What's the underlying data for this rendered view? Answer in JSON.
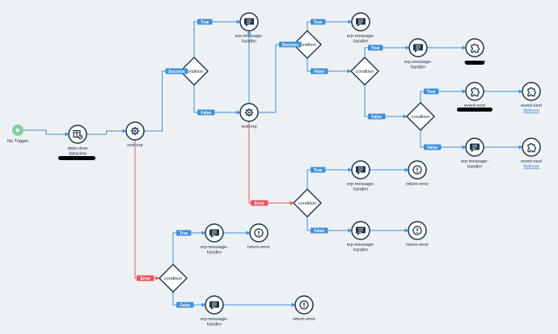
{
  "edge_colors": {
    "normal": "#3f90d8",
    "error": "#e8555d"
  },
  "node_colors": {
    "stroke": "#1c3448",
    "fill": "#ffffff",
    "trigger": "#7fcfa0"
  },
  "nodes": [
    {
      "id": "trigger",
      "type": "trigger",
      "icon": "play-icon",
      "label": "No Trigger"
    },
    {
      "id": "dataclear",
      "type": "action",
      "icon": "table-icon",
      "label": "data-clear",
      "label2": "dataview",
      "redacted": true
    },
    {
      "id": "resterp1",
      "type": "action",
      "icon": "gear-icon",
      "label": "rest-erp"
    },
    {
      "id": "cond1",
      "type": "condition",
      "label": "condition"
    },
    {
      "id": "emh1",
      "type": "action",
      "icon": "message-icon",
      "label": "erp-message-",
      "label2": "handler"
    },
    {
      "id": "resterp2",
      "type": "action",
      "icon": "gear-icon",
      "label": "rest-erp"
    },
    {
      "id": "cond2",
      "type": "condition",
      "label": "condition"
    },
    {
      "id": "emh2",
      "type": "action",
      "icon": "message-icon",
      "label": "erp-message-",
      "label2": "handler"
    },
    {
      "id": "cond3",
      "type": "condition",
      "label": "condition"
    },
    {
      "id": "emh3",
      "type": "action",
      "icon": "message-icon",
      "label": "erp-message-",
      "label2": "handler"
    },
    {
      "id": "en1",
      "type": "action",
      "icon": "puzzle-icon",
      "label": "event-next",
      "redacted": true
    },
    {
      "id": "cond4",
      "type": "condition",
      "label": "condition"
    },
    {
      "id": "en2",
      "type": "action",
      "icon": "puzzle-icon",
      "label": "event-next",
      "redacted": true
    },
    {
      "id": "en3",
      "type": "action",
      "icon": "puzzle-icon",
      "label": "event-next",
      "link": "Refresh"
    },
    {
      "id": "emh4",
      "type": "action",
      "icon": "message-icon",
      "label": "erp-message-",
      "label2": "handler"
    },
    {
      "id": "en4",
      "type": "action",
      "icon": "puzzle-icon",
      "label": "event-next",
      "link": "Refresh"
    },
    {
      "id": "cond5",
      "type": "condition",
      "label": "condition"
    },
    {
      "id": "emh5",
      "type": "action",
      "icon": "message-icon",
      "label": "erp-message-",
      "label2": "handler"
    },
    {
      "id": "re1",
      "type": "action",
      "icon": "alert-icon",
      "label": "return-error"
    },
    {
      "id": "emh6",
      "type": "action",
      "icon": "message-icon",
      "label": "erp-message-",
      "label2": "handler"
    },
    {
      "id": "re2",
      "type": "action",
      "icon": "alert-icon",
      "label": "return-error"
    },
    {
      "id": "cond6",
      "type": "condition",
      "label": "condition"
    },
    {
      "id": "emh7",
      "type": "action",
      "icon": "message-icon",
      "label": "erp-message-",
      "label2": "handler"
    },
    {
      "id": "re3",
      "type": "action",
      "icon": "alert-icon",
      "label": "return-error"
    },
    {
      "id": "emh8",
      "type": "action",
      "icon": "message-icon",
      "label": "erp-message-",
      "label2": "handler"
    },
    {
      "id": "re4",
      "type": "action",
      "icon": "alert-icon",
      "label": "return-error"
    }
  ],
  "edges": [
    {
      "from": "trigger",
      "to": "dataclear"
    },
    {
      "from": "dataclear",
      "to": "resterp1"
    },
    {
      "from": "resterp1",
      "to": "cond1",
      "label": "Success"
    },
    {
      "from": "cond1",
      "to": "emh1",
      "label": "True"
    },
    {
      "from": "cond1",
      "to": "resterp2",
      "label": "False"
    },
    {
      "from": "resterp2",
      "to": "emh1"
    },
    {
      "from": "resterp2",
      "to": "cond2",
      "label": "Success"
    },
    {
      "from": "cond2",
      "to": "emh2",
      "label": "True"
    },
    {
      "from": "cond2",
      "to": "cond3",
      "label": "False"
    },
    {
      "from": "cond3",
      "to": "emh3",
      "label": "True"
    },
    {
      "from": "emh3",
      "to": "en1"
    },
    {
      "from": "cond3",
      "to": "cond4",
      "label": "False"
    },
    {
      "from": "cond4",
      "to": "en2",
      "label": "True"
    },
    {
      "from": "en2",
      "to": "en3"
    },
    {
      "from": "cond4",
      "to": "emh4",
      "label": "False"
    },
    {
      "from": "emh4",
      "to": "en4"
    },
    {
      "from": "resterp2",
      "to": "cond5",
      "label": "Error",
      "error": true
    },
    {
      "from": "cond5",
      "to": "emh5",
      "label": "True"
    },
    {
      "from": "emh5",
      "to": "re1"
    },
    {
      "from": "cond5",
      "to": "emh6",
      "label": "False"
    },
    {
      "from": "emh6",
      "to": "re2"
    },
    {
      "from": "resterp1",
      "to": "cond6",
      "label": "Error",
      "error": true
    },
    {
      "from": "cond6",
      "to": "emh7",
      "label": "True"
    },
    {
      "from": "emh7",
      "to": "re3"
    },
    {
      "from": "cond6",
      "to": "emh8",
      "label": "False"
    },
    {
      "from": "emh8",
      "to": "re4"
    }
  ]
}
